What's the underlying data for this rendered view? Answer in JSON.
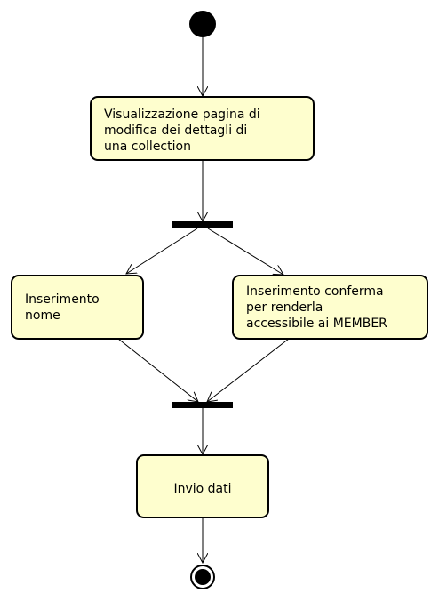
{
  "diagram": {
    "type": "activity",
    "colors": {
      "background": "#ffffff",
      "node_fill": "#fefece",
      "node_stroke": "#000000",
      "arrow": "#000000",
      "bar": "#000000",
      "start": "#000000"
    },
    "nodes": {
      "view_page": {
        "lines": [
          "Visualizzazione pagina di",
          "modifica dei dettagli di",
          "una collection"
        ]
      },
      "insert_name": {
        "lines": [
          "Inserimento",
          "nome"
        ]
      },
      "insert_confirm": {
        "lines": [
          "Inserimento conferma",
          "per renderla",
          "accessibile ai MEMBER"
        ]
      },
      "send_data": {
        "lines": [
          "Invio dati"
        ]
      }
    },
    "edges": [
      [
        "start",
        "view_page"
      ],
      [
        "view_page",
        "fork"
      ],
      [
        "fork",
        "insert_name"
      ],
      [
        "fork",
        "insert_confirm"
      ],
      [
        "insert_name",
        "join"
      ],
      [
        "insert_confirm",
        "join"
      ],
      [
        "join",
        "send_data"
      ],
      [
        "send_data",
        "end"
      ]
    ]
  }
}
